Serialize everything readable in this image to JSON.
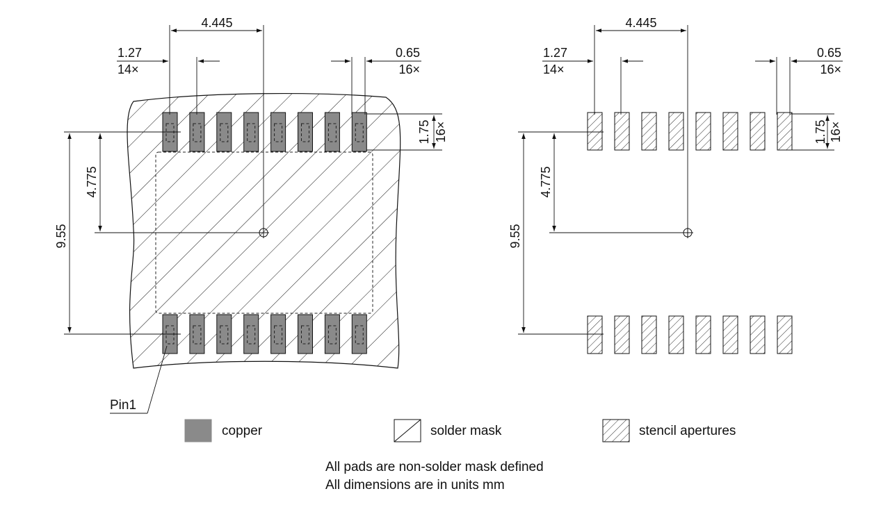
{
  "dimensions": {
    "pitch_span": "4.445",
    "pitch": "1.27",
    "pitch_count": "14×",
    "pad_width": "0.65",
    "pad_width_count": "16×",
    "pad_length": "1.75",
    "pad_length_count": "16×",
    "half_row_distance": "4.775",
    "row_distance": "9.55"
  },
  "labels": {
    "pin1": "Pin1"
  },
  "legend": [
    {
      "id": "copper",
      "label": "copper"
    },
    {
      "id": "solder-mask",
      "label": "solder mask"
    },
    {
      "id": "stencil",
      "label": "stencil apertures"
    }
  ],
  "notes": [
    "All pads are non-solder mask defined",
    "All dimensions are in units mm"
  ],
  "colors": {
    "copper": "#8a8a8a",
    "line": "#111111",
    "background": "#ffffff"
  }
}
